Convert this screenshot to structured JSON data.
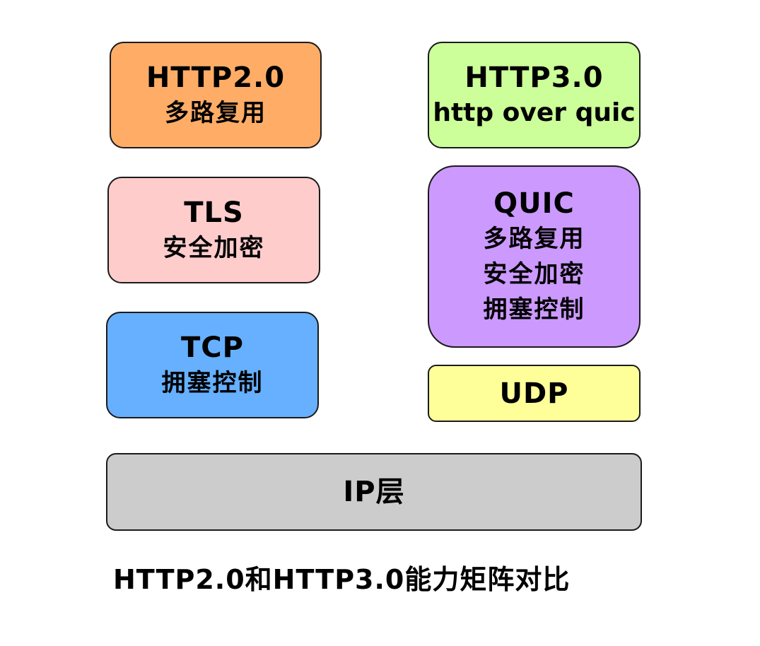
{
  "colors": {
    "http2": "#ffad66",
    "tls": "#ffcccc",
    "tcp": "#66b0ff",
    "http3": "#ccff99",
    "quic": "#cc99ff",
    "udp": "#ffff99",
    "ip": "#cccccc"
  },
  "left_stack": {
    "http2": {
      "title": "HTTP2.0",
      "lines": [
        "多路复用"
      ]
    },
    "tls": {
      "title": "TLS",
      "lines": [
        "安全加密"
      ]
    },
    "tcp": {
      "title": "TCP",
      "lines": [
        "拥塞控制"
      ]
    }
  },
  "right_stack": {
    "http3": {
      "title": "HTTP3.0",
      "lines": [
        "http over quic"
      ]
    },
    "quic": {
      "title": "QUIC",
      "lines": [
        "多路复用",
        "安全加密",
        "拥塞控制"
      ]
    },
    "udp": {
      "title": "UDP"
    }
  },
  "base": {
    "ip": {
      "title": "IP层"
    }
  },
  "caption": "HTTP2.0和HTTP3.0能力矩阵对比"
}
